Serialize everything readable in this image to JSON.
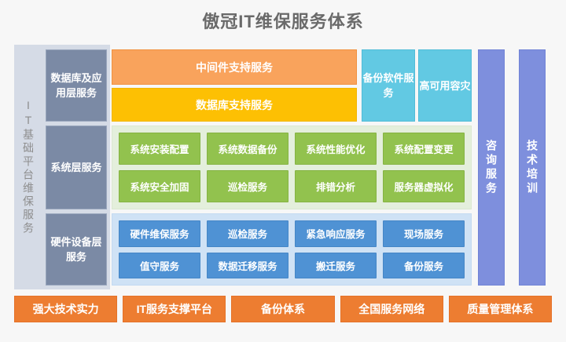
{
  "title": "傲冠IT维保服务体系",
  "master": {
    "label": "IT基础平台维保服务"
  },
  "layers": [
    {
      "label": "数据库及应用层服务"
    },
    {
      "label": "系统层服务"
    },
    {
      "label": "硬件设备层服务"
    }
  ],
  "top_bars": [
    {
      "label": "中间件支持服务",
      "color": "#f9a35c"
    },
    {
      "label": "数据库支持服务",
      "color": "#fdc003"
    }
  ],
  "top_side_boxes": [
    {
      "label": "备份软件服务",
      "color": "#62c9e3"
    },
    {
      "label": "高可用容灾",
      "color": "#62c9e3"
    }
  ],
  "system_layer": {
    "bg": "#e4efdc",
    "item_color": "#92c24e",
    "items": [
      "系统安装配置",
      "系统数据备份",
      "系统性能优化",
      "系统配置变更",
      "系统安全加固",
      "巡检服务",
      "排错分析",
      "服务器虚拟化"
    ]
  },
  "hardware_layer": {
    "bg": "#cfe2f5",
    "item_color": "#4f92d4",
    "items": [
      "硬件维保服务",
      "巡检服务",
      "紧急响应服务",
      "现场服务",
      "值守服务",
      "数据迁移服务",
      "搬迁服务",
      "备份服务"
    ]
  },
  "right_columns": [
    {
      "label": "咨询服务",
      "color": "#7e8fdd"
    },
    {
      "label": "技术培训",
      "color": "#7e8fdd"
    }
  ],
  "footer": {
    "color": "#ed7d31",
    "items": [
      "强大技术实力",
      "IT服务支撑平台",
      "备份体系",
      "全国服务网络",
      "质量管理体系"
    ]
  }
}
